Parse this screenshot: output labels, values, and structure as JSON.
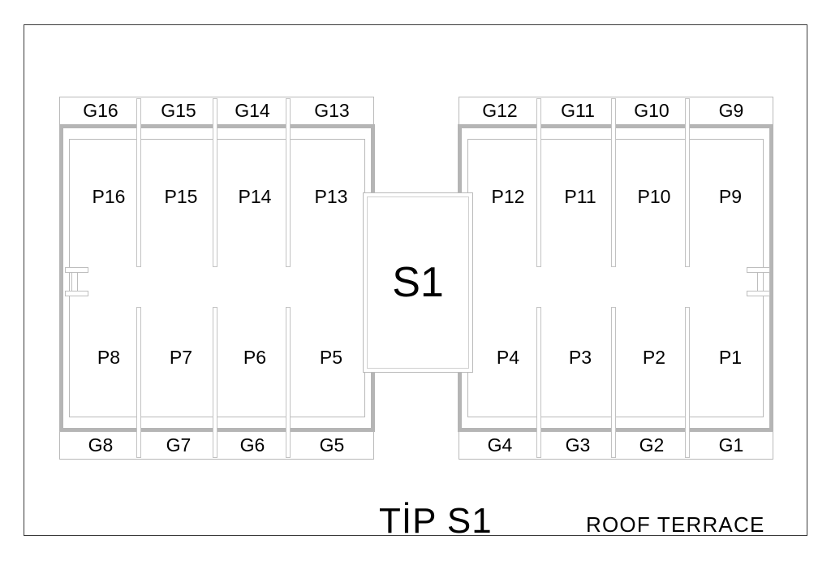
{
  "drawing": {
    "title": "TİP S1",
    "subtitle": "ROOF TERRACE",
    "core_label": "S1",
    "frame_color": "#3a3a3a",
    "wall_color": "#b5b5b5",
    "hairline_color": "#b9b9b9",
    "background": "#ffffff"
  },
  "left_wing": {
    "top_garages": [
      "G16",
      "G15",
      "G14",
      "G13"
    ],
    "top_parking": [
      "P16",
      "P15",
      "P14",
      "P13"
    ],
    "bottom_parking": [
      "P8",
      "P7",
      "P6",
      "P5"
    ],
    "bottom_garages": [
      "G8",
      "G7",
      "G6",
      "G5"
    ]
  },
  "right_wing": {
    "top_garages": [
      "G12",
      "G11",
      "G10",
      "G9"
    ],
    "top_parking": [
      "P12",
      "P11",
      "P10",
      "P9"
    ],
    "bottom_parking": [
      "P4",
      "P3",
      "P2",
      "P1"
    ],
    "bottom_garages": [
      "G4",
      "G3",
      "G2",
      "G1"
    ]
  },
  "annotations": {
    "left_beam": "column-marker",
    "right_beam": "column-marker"
  }
}
